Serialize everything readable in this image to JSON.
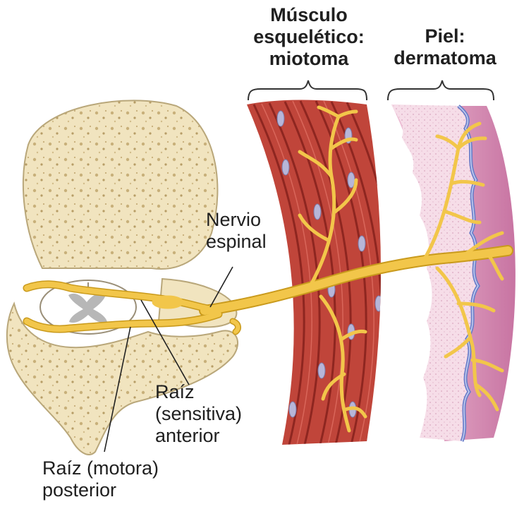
{
  "labels": {
    "muscle": [
      "Músculo",
      "esquelético:",
      "miotoma"
    ],
    "skin": [
      "Piel:",
      "dermatoma"
    ],
    "spinal_nerve": [
      "Nervio",
      "espinal"
    ],
    "anterior_root": [
      "Raíz",
      "(sensitiva)",
      "anterior"
    ],
    "posterior_root": [
      "Raíz (motora)",
      "posterior"
    ]
  },
  "colors": {
    "bone": "#f1e4bf",
    "bone_outline": "#b9a77a",
    "nerve": "#f2c64a",
    "nerve_outline": "#c99a1c",
    "muscle": "#c0453a",
    "muscle_dark": "#8e2620",
    "muscle_nucleus": "#b7b6d8",
    "skin": "#f2d6e2",
    "dermis": "#d98fb6",
    "epidermis_line": "#6c7fc9"
  }
}
